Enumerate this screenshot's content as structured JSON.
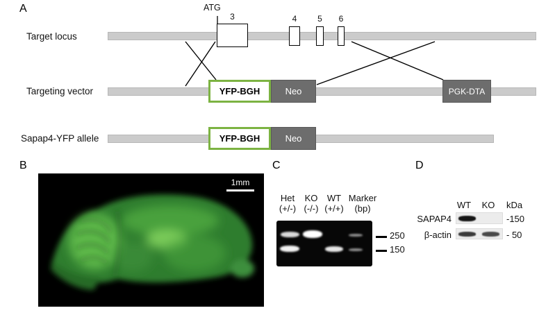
{
  "panelA": {
    "label": "A",
    "atg_label": "ATG",
    "exon_labels": [
      "3",
      "4",
      "5",
      "6"
    ],
    "rows": {
      "target_locus": "Target locus",
      "targeting_vector": "Targeting vector",
      "allele": "Sapap4-YFP allele"
    },
    "boxes": {
      "yfp_bgh": "YFP-BGH",
      "neo": "Neo",
      "pgk_dta": "PGK-DTA"
    },
    "colors": {
      "yfp_border_green": "#7cb342",
      "dark_box_gray": "#6d6d6d",
      "locus_bar_gray": "#cbcbcb"
    }
  },
  "panelB": {
    "label": "B",
    "scale_bar_label": "1mm",
    "image_description": "green-fluorescent-sagittal-mouse-brain-section"
  },
  "panelC": {
    "label": "C",
    "lanes": [
      {
        "name": "Het",
        "genotype": "(+/-)"
      },
      {
        "name": "KO",
        "genotype": "(-/-)"
      },
      {
        "name": "WT",
        "genotype": "(+/+)"
      },
      {
        "name": "Marker",
        "genotype": "(bp)"
      }
    ],
    "size_markers": [
      "250",
      "150"
    ]
  },
  "panelD": {
    "label": "D",
    "lane_labels": [
      "WT",
      "KO"
    ],
    "unit_label": "kDa",
    "blots": [
      {
        "protein": "SAPAP4",
        "size": "-150"
      },
      {
        "protein": "β-actin",
        "size": "- 50"
      }
    ]
  }
}
